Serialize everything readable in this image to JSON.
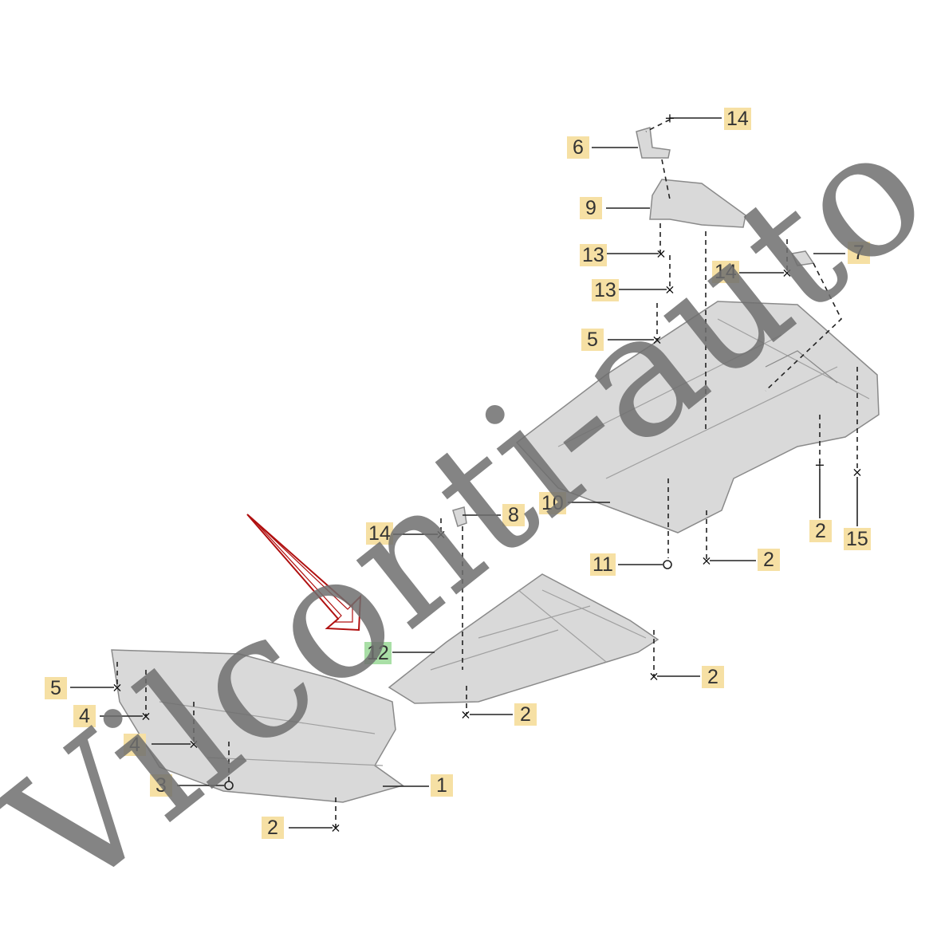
{
  "watermark": "Vilconti-auto",
  "highlight_color": "#a9dfa6",
  "label_color": "#f6e0a4",
  "callouts": [
    {
      "id": "c1",
      "text": "14"
    },
    {
      "id": "c2",
      "text": "6"
    },
    {
      "id": "c3",
      "text": "9"
    },
    {
      "id": "c4",
      "text": "13"
    },
    {
      "id": "c5",
      "text": "13"
    },
    {
      "id": "c6",
      "text": "14"
    },
    {
      "id": "c7",
      "text": "7"
    },
    {
      "id": "c8",
      "text": "5"
    },
    {
      "id": "c9",
      "text": "10"
    },
    {
      "id": "c10",
      "text": "8"
    },
    {
      "id": "c11",
      "text": "14"
    },
    {
      "id": "c12",
      "text": "2"
    },
    {
      "id": "c13",
      "text": "15"
    },
    {
      "id": "c14",
      "text": "11"
    },
    {
      "id": "c15",
      "text": "2"
    },
    {
      "id": "c16",
      "text": "12",
      "highlighted": true
    },
    {
      "id": "c17",
      "text": "2"
    },
    {
      "id": "c18",
      "text": "2"
    },
    {
      "id": "c19",
      "text": "5"
    },
    {
      "id": "c20",
      "text": "4"
    },
    {
      "id": "c21",
      "text": "4"
    },
    {
      "id": "c22",
      "text": "3"
    },
    {
      "id": "c23",
      "text": "1"
    },
    {
      "id": "c24",
      "text": "2"
    }
  ]
}
